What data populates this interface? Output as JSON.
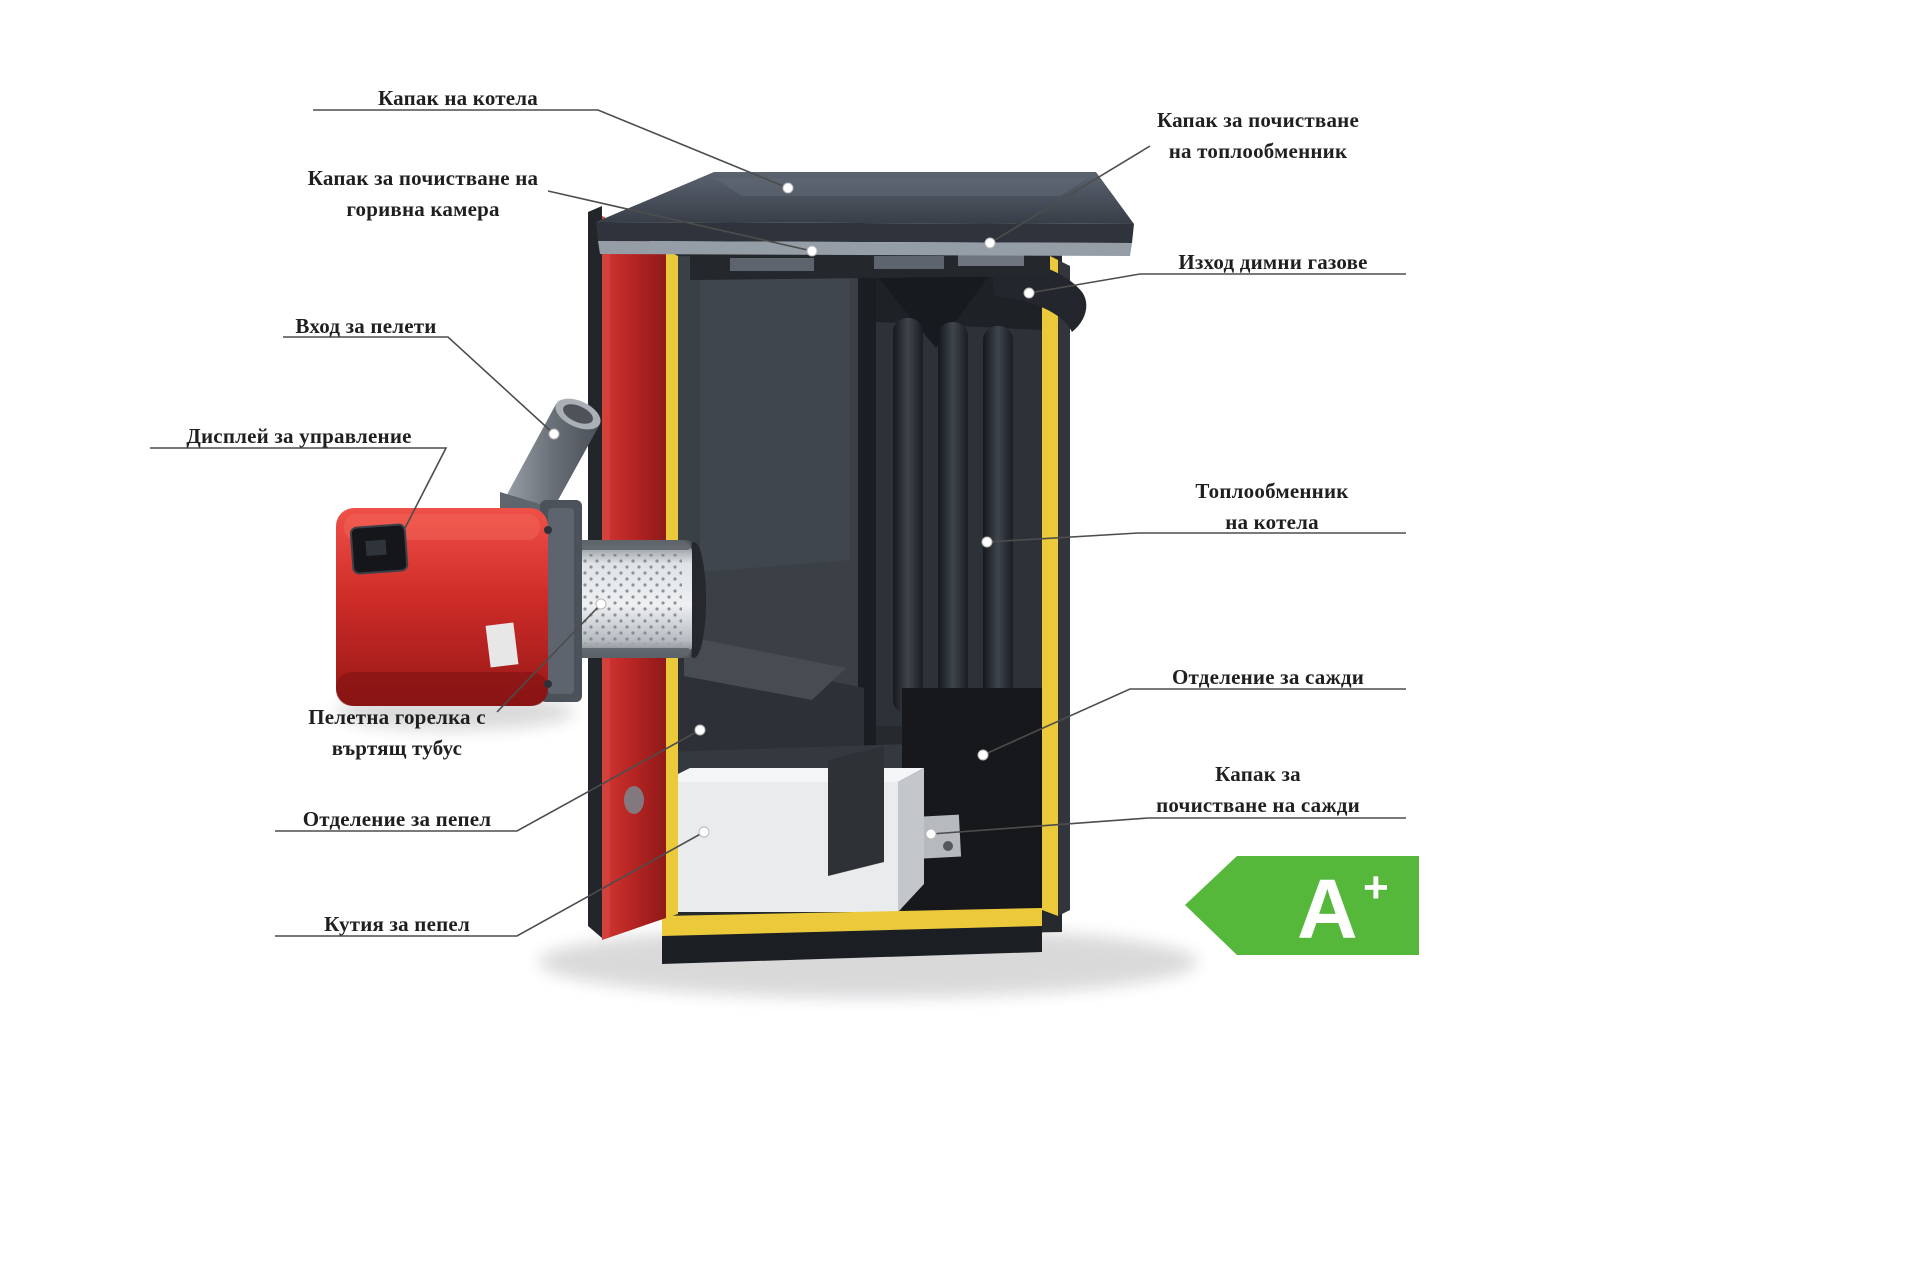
{
  "labels": {
    "boiler_lid": {
      "text": "Капак на котела"
    },
    "combustion_cleaning": {
      "line1": "Капак за почистване на",
      "line2": "горивна камера"
    },
    "pellet_inlet": {
      "text": "Вход за пелети"
    },
    "control_display": {
      "text": "Дисплей за управление"
    },
    "pellet_burner": {
      "line1": "Пелетна горелка с",
      "line2": "въртящ тубус"
    },
    "ash_compartment": {
      "text": "Отделение за пепел"
    },
    "ash_box": {
      "text": "Кутия за пепел"
    },
    "hx_cleaning": {
      "line1": "Капак за почистване",
      "line2": "на топлообменник"
    },
    "flue_outlet": {
      "text": "Изход димни газове"
    },
    "heat_exchanger": {
      "line1": "Топлообменник",
      "line2": "на котела"
    },
    "soot_compartment": {
      "text": "Отделение за сажди"
    },
    "soot_cleaning": {
      "line1": "Капак за",
      "line2": "почистване на сажди"
    }
  },
  "energy_badge": {
    "letter": "A",
    "sup": "+"
  },
  "colors": {
    "body_red": "#b52423",
    "burner_red": "#d0312b",
    "lid_gray": "#3c434e",
    "insulation_yellow": "#ecc93a",
    "badge_green": "#55b83b",
    "callout_line": "#4d4d4d",
    "background": "#ffffff"
  }
}
